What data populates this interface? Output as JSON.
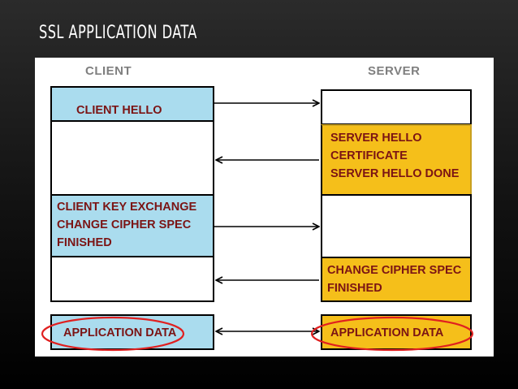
{
  "slide": {
    "title": "SSL APPLICATION DATA"
  },
  "diagram": {
    "client_header": "CLIENT",
    "server_header": "SERVER",
    "client": {
      "client_hello": "CLIENT HELLO",
      "key_exchange": [
        "CLIENT KEY EXCHANGE",
        "CHANGE CIPHER SPEC",
        "FINISHED"
      ],
      "application_data": "APPLICATION DATA"
    },
    "server": {
      "server_hello": [
        "SERVER HELLO",
        "CERTIFICATE",
        "SERVER HELLO DONE"
      ],
      "change_cipher": [
        "CHANGE CIPHER SPEC",
        "FINISHED"
      ],
      "application_data": "APPLICATION DATA"
    },
    "colors": {
      "client_box": "#aadcee",
      "server_box": "#f5bf1a",
      "text": "#7b1414",
      "highlight_ellipse": "#e02020"
    }
  }
}
